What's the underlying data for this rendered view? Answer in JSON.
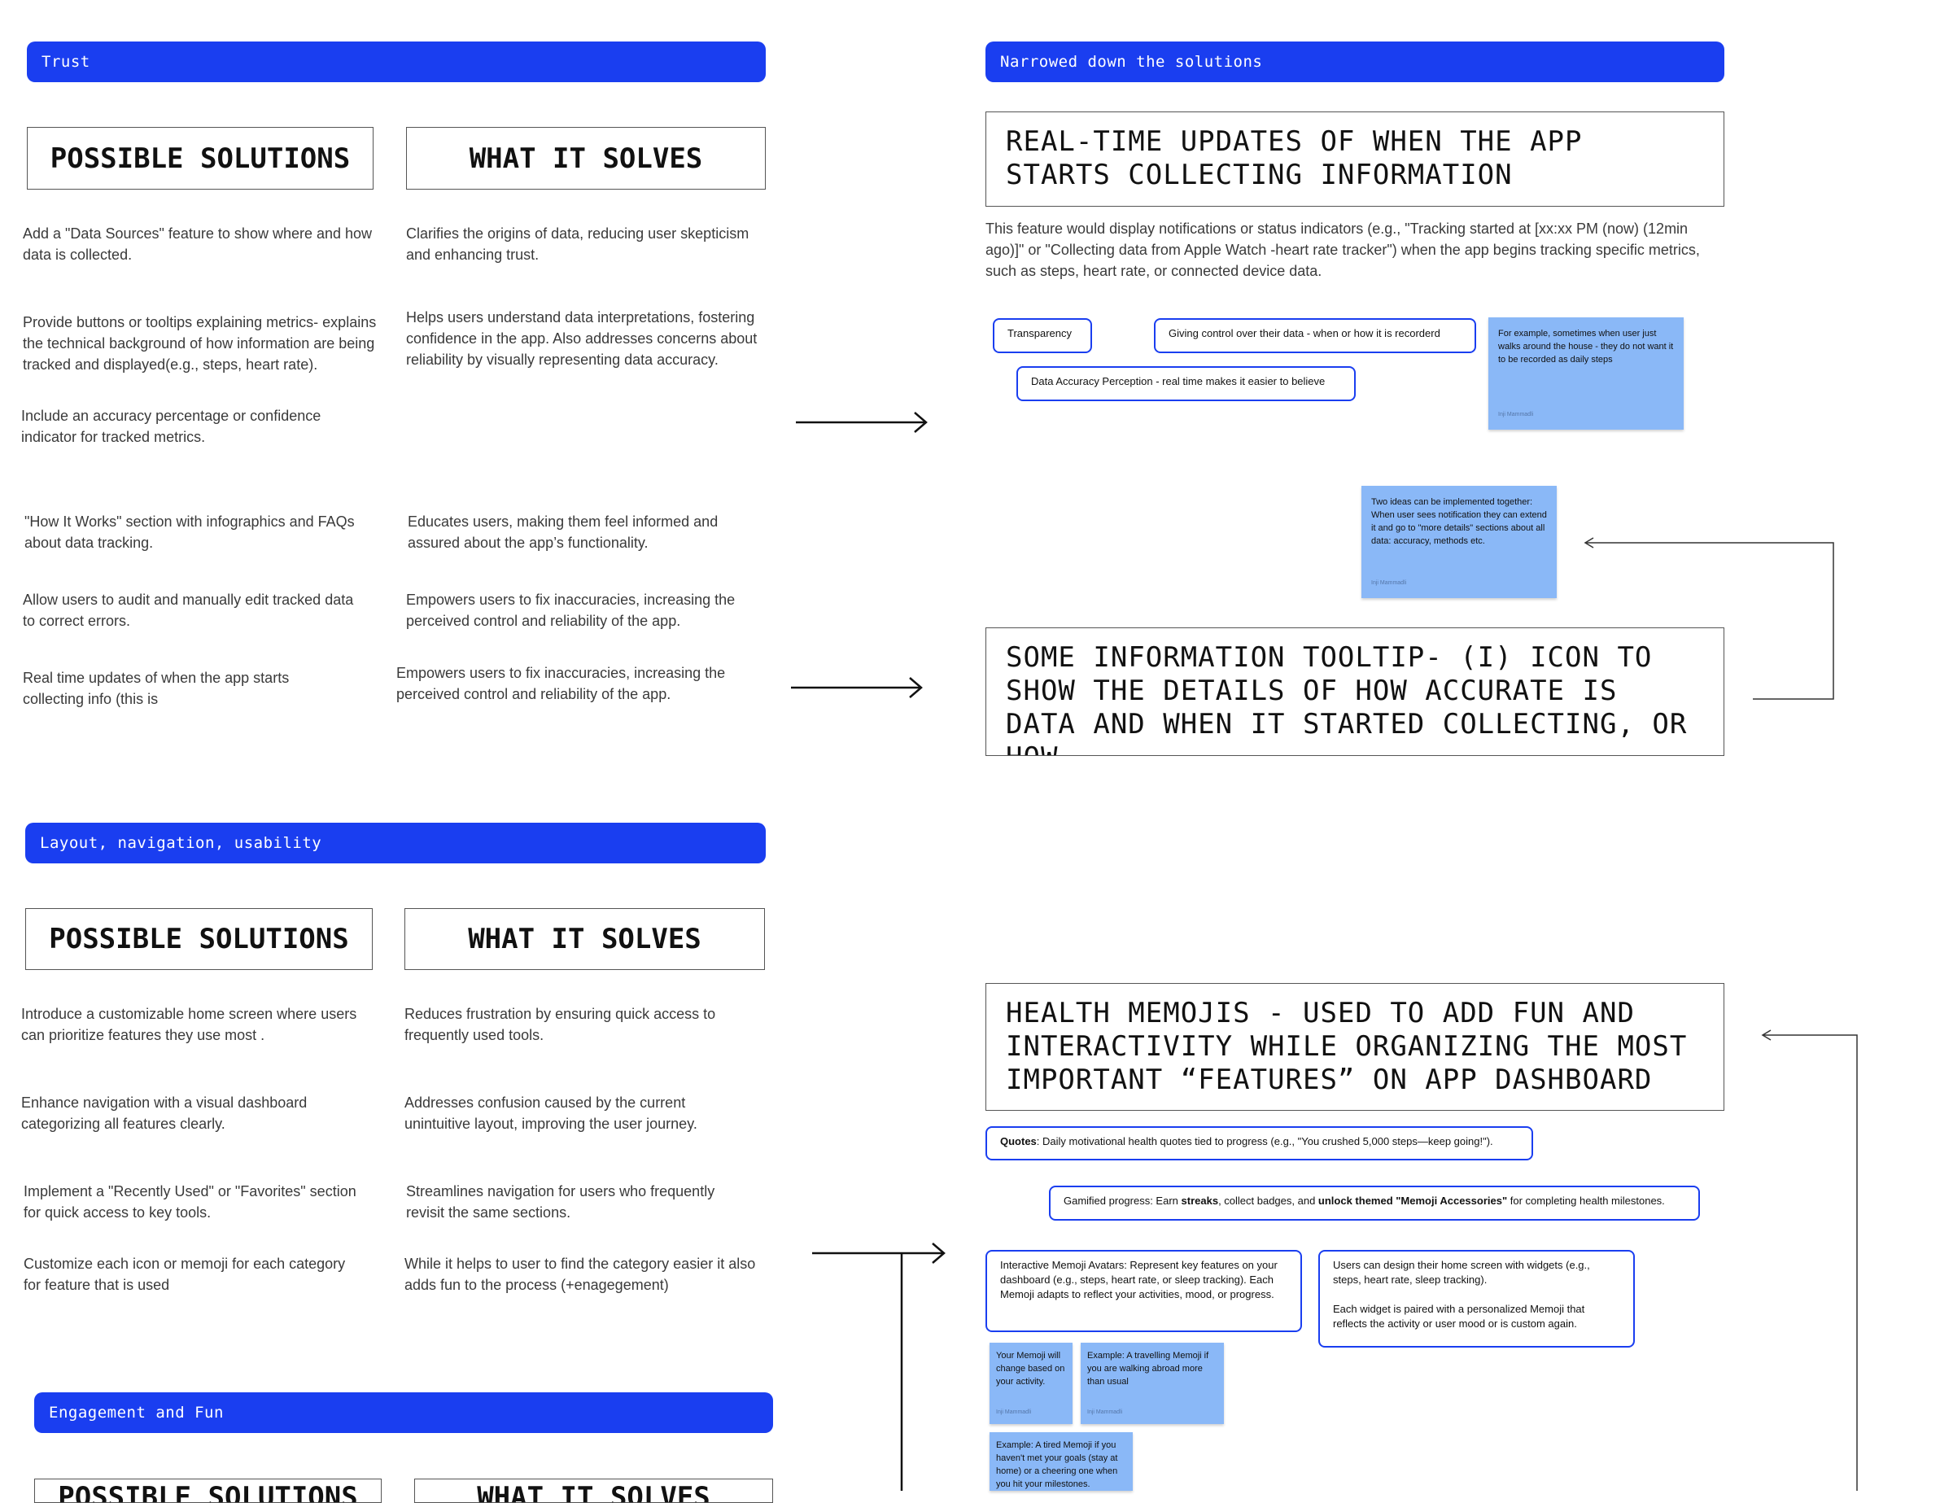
{
  "sections": {
    "trust": "Trust",
    "narrowed": "Narrowed down the solutions",
    "layout": "Layout, navigation, usability",
    "engagement": "Engagement and Fun"
  },
  "headers": {
    "possible_solutions": "POSSIBLE SOLUTIONS",
    "what_it_solves": "WHAT IT SOLVES",
    "possible_solutions_partial": "POSSIBLE SOLUTIONS",
    "what_it_solves_partial": "WHAT IT SOLVES"
  },
  "trust": {
    "solutions": [
      "Add a \"Data Sources\" feature to show where and how data is collected.",
      "Provide buttons or tooltips explaining metrics- explains the technical background of how information are being tracked and displayed(e.g., steps, heart rate).",
      "Include an accuracy percentage or confidence indicator for tracked metrics.",
      "\"How It Works\" section with infographics and FAQs about data tracking.",
      "Allow users to audit and manually edit tracked data to correct errors.",
      "Real time updates of when the app starts collecting info (this is"
    ],
    "solves": [
      "Clarifies the origins of data, reducing user skepticism and enhancing trust.",
      "Helps users understand data interpretations, fostering confidence in the app. Also addresses concerns about reliability by visually representing data accuracy.",
      "Educates users, making them feel informed and assured about the app’s functionality.",
      "Empowers users to fix inaccuracies, increasing the perceived control and reliability of the app.",
      "Empowers users to fix inaccuracies, increasing the perceived control and reliability of the app."
    ]
  },
  "narrowed": {
    "realtime_title": "REAL-TIME UPDATES OF WHEN THE APP STARTS COLLECTING INFORMATION",
    "realtime_desc": "This feature would display notifications or status indicators (e.g., \"Tracking started at [xx:xx PM (now) (12min ago)]\" or \"Collecting data from Apple Watch -heart rate tracker\") when the app begins tracking specific metrics, such as steps, heart rate, or connected device data.",
    "tags": {
      "transparency": "Transparency",
      "control": "Giving control over  their data - when or how it is recorderd",
      "accuracy": "Data Accuracy Perception - real time makes it easier to believe"
    },
    "sticky_walk": "For example, sometimes when user just walks around the house - they do not want it to be recorded as daily steps",
    "sticky_combine": "Two ideas can be implemented together: When user sees notification they can extend it and go to \"more details\" sections about all data: accuracy, methods etc.",
    "sticky_author": "Inji Mammadli",
    "tooltip_title": "SOME INFORMATION TOOLTIP- (I) ICON TO SHOW THE DETAILS OF HOW ACCURATE IS DATA AND WHEN IT STARTED COLLECTING, OR HOW"
  },
  "layout": {
    "solutions": [
      "Introduce a customizable home screen where users can prioritize features they use most .",
      "Enhance navigation with a visual dashboard categorizing all features clearly.",
      " Implement a \"Recently Used\" or \"Favorites\" section for quick access to key tools.",
      "Customize each icon or memoji for each category for feature that is used"
    ],
    "solves": [
      "Reduces frustration by ensuring quick access to frequently used tools.",
      "Addresses confusion caused by the current unintuitive layout, improving the user journey.",
      "Streamlines navigation for users who frequently revisit the same sections.",
      "While it helps to user to find the category easier it also adds fun to the process (+enagegement)"
    ]
  },
  "memoji": {
    "title": "HEALTH MEMOJIS - USED TO ADD FUN AND INTERACTIVITY WHILE ORGANIZING THE MOST IMPORTANT “FEATURES” ON APP DASHBOARD",
    "quotes_label": "Quotes",
    "quotes_text": ": Daily motivational health quotes tied to progress (e.g., \"You crushed 5,000 steps—keep going!\").",
    "gamified_1": "Gamified progress: Earn ",
    "gamified_streaks": "streaks",
    "gamified_2": ", collect badges, and ",
    "gamified_unlock": "unlock themed \"Memoji Accessories\"",
    "gamified_3": " for completing health milestones.",
    "avatars": "Interactive Memoji Avatars: Represent key features on your dashboard (e.g., steps, heart rate, or sleep tracking). Each Memoji adapts to reflect your activities, mood, or progress.",
    "widgets_1": "Users can design their home screen with widgets (e.g., steps, heart rate, sleep tracking).",
    "widgets_2": "Each widget is paired with a personalized Memoji that reflects the activity or user mood or is custom again.",
    "sticky_change": "Your Memoji will change based on your activity.",
    "sticky_travel": "Example: A travelling Memoji if you are walking abroad more than usual",
    "sticky_tired": "Example: A tired Memoji if you haven't met your goals (stay at home) or a cheering one when you hit your milestones.",
    "sticky_author": "Inji Mammadli"
  }
}
